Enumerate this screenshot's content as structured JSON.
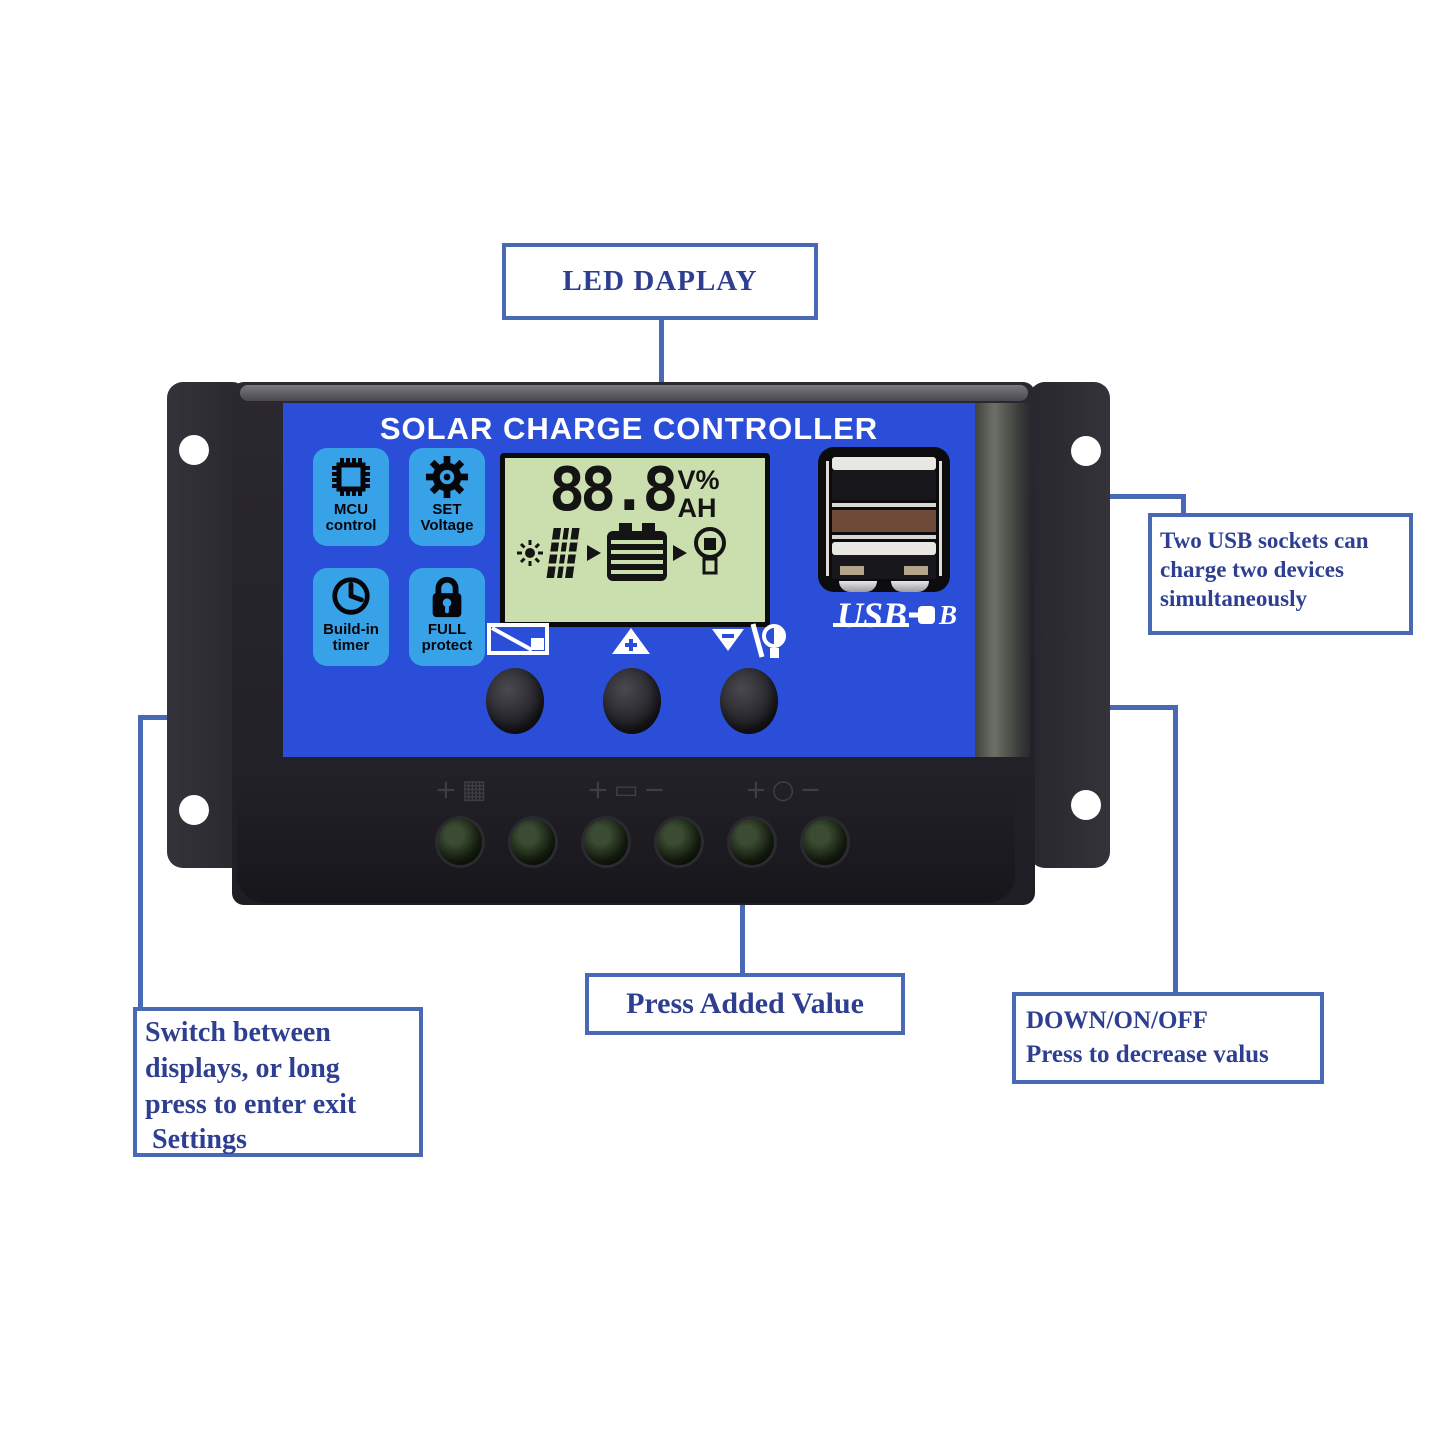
{
  "colors": {
    "accent_blue": "#4a69b4",
    "callout_text": "#2e3f92",
    "panel_blue": "#2b4ed8",
    "badge_blue": "#38a2e8",
    "lcd_green": "#cbdfae",
    "body_dark": "#232227"
  },
  "callouts": {
    "led": {
      "label": "LED DAPLAY"
    },
    "usb": {
      "lines": [
        "Two USB sockets can",
        "charge two devices",
        "simultaneously"
      ]
    },
    "switch": {
      "lines": [
        "Switch between",
        "displays, or long",
        "press to enter exit",
        " Settings"
      ]
    },
    "press_add": {
      "label": "Press Added Value"
    },
    "down": {
      "lines": [
        "DOWN/ON/OFF",
        "Press to decrease valus"
      ]
    }
  },
  "device": {
    "title": "SOLAR CHARGE CONTROLLER",
    "badges": [
      {
        "icon": "chip-icon",
        "line1": "MCU",
        "line2": "control"
      },
      {
        "icon": "gear-icon",
        "line1": "SET",
        "line2": "Voltage"
      },
      {
        "icon": "clock-icon",
        "line1": "Build-in",
        "line2": "timer"
      },
      {
        "icon": "lock-icon",
        "line1": "FULL",
        "line2": "protect"
      }
    ],
    "lcd": {
      "value": "88.8",
      "unit_top": "V%",
      "unit_bottom": "AH"
    },
    "usb_logo": {
      "text": "USB",
      "suffix": "B"
    },
    "terminal_labels": [
      "+▦",
      "+▭−",
      "+○−"
    ]
  }
}
